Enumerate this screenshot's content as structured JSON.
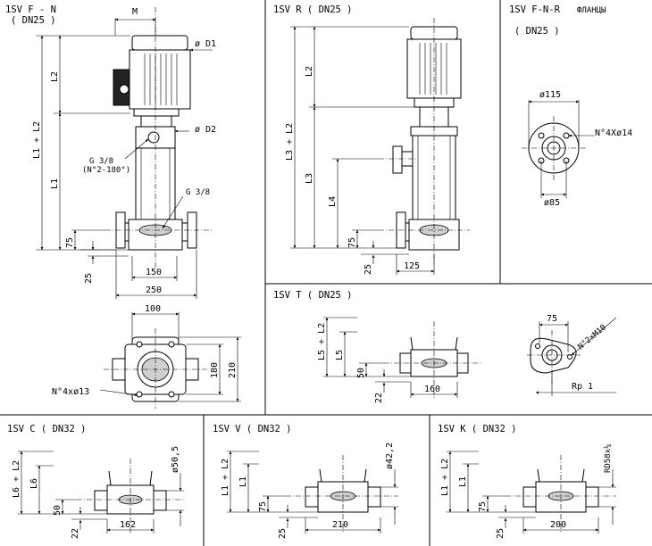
{
  "sections": {
    "fn": {
      "title": "1SV F - N",
      "subtitle": "( DN25 )"
    },
    "r": {
      "title": "1SV R ( DN25 )"
    },
    "fnr": {
      "title": "1SV F-N-R",
      "subtitle": "( DN25 )",
      "note": "ФЛАНЦЫ"
    },
    "t": {
      "title": "1SV T ( DN25 )"
    },
    "c": {
      "title": "1SV C ( DN32 )"
    },
    "v": {
      "title": "1SV V ( DN32 )"
    },
    "k": {
      "title": "1SV K ( DN32 )"
    }
  },
  "labels": {
    "fn": {
      "m": "M",
      "d1": "ø D1",
      "d2": "ø D2",
      "l2": "L2",
      "l1l2": "L1 + L2",
      "l1": "L1",
      "g38": "G 3/8",
      "g38b": "G 3/8",
      "g38_note": "(N°2-180°)",
      "d75": "75",
      "d25": "25",
      "d150": "150",
      "d250": "250",
      "d100": "100",
      "d180": "180",
      "d210": "210",
      "holes": "N°4xø13"
    },
    "r": {
      "l2": "L2",
      "l3l2": "L3 + L2",
      "l3": "L3",
      "l4": "L4",
      "d75": "75",
      "d25": "25",
      "d125": "125"
    },
    "fnr": {
      "d115": "ø115",
      "d85": "ø85",
      "holes": "N°4Xø14"
    },
    "t": {
      "l5l2": "L5 + L2",
      "l5": "L5",
      "d50": "50",
      "d22": "22",
      "d160": "160",
      "d75": "75",
      "thread": "N°2xM10",
      "rp": "Rp 1"
    },
    "c": {
      "l6l2": "L6 + L2",
      "l6": "L6",
      "d50": "50",
      "d22": "22",
      "d162": "162",
      "dia": "ø50,5"
    },
    "v": {
      "l1l2": "L1 + L2",
      "l1": "L1",
      "d75": "75",
      "d25": "25",
      "d210": "210",
      "dia": "ø42,2"
    },
    "k": {
      "l1l2": "L1 + L2",
      "l1": "L1",
      "d75": "75",
      "d25": "25",
      "d200": "200",
      "dia": "RD58x¼"
    }
  }
}
